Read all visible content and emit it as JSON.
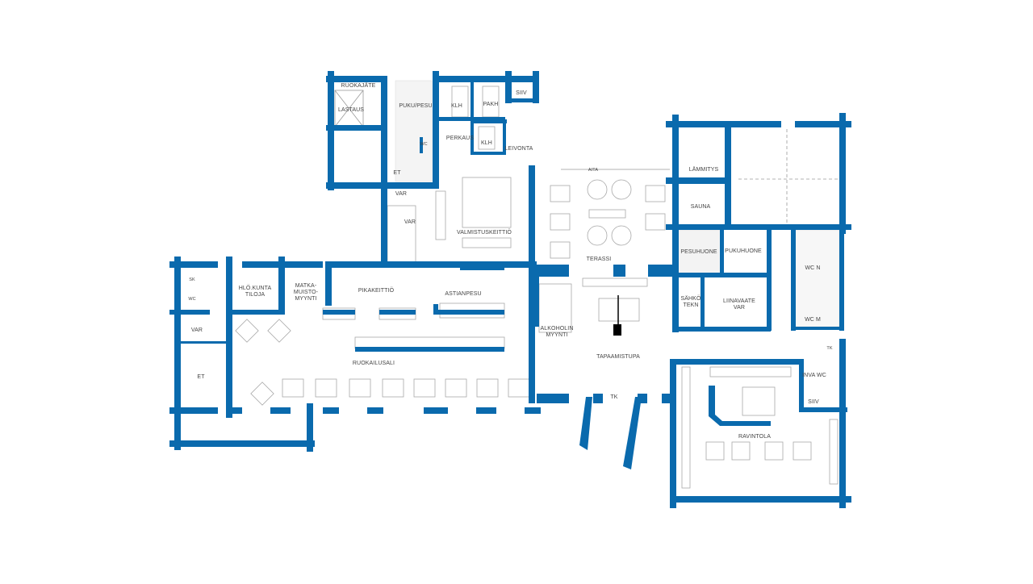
{
  "plan": {
    "wall_color": "#0a6aad",
    "rooms": {
      "ruokajate": "RUOKAJÄTE",
      "lastaus": "LASTAUS",
      "puku_pesu": "PUKU/PESU",
      "wc_kitchen": "WC",
      "klh_1": "KLH",
      "pakh": "PAKH",
      "siiv_1": "SIIV",
      "perkaus": "PERKAUS",
      "klh_2": "KLH",
      "leivonta": "LEIVONTA",
      "et_1": "ET",
      "var_1": "VAR",
      "var_2": "VAR",
      "valmistuskeittio": "VALMISTUSKEITTIÖ",
      "aita": "AITA",
      "terassi": "TERASSI",
      "sk": "SK",
      "wc_left": "WC",
      "hlokunta_1": "HLÖ.KUNTA",
      "hlokunta_2": "TILOJA",
      "matka_1": "MATKA-",
      "matka_2": "MUISTO-",
      "matka_3": "MYYNTI",
      "pikakeittio": "PIKAKEITTIÖ",
      "astianpesu": "ASTIANPESU",
      "var_3": "VAR",
      "et_2": "ET",
      "ruokailusali": "RUOKAILUSALI",
      "alkoholin_1": "ALKOHOLIN",
      "alkoholin_2": "MYYNTI",
      "tapaamistupa": "TAPAAMISTUPA",
      "tk_1": "TK",
      "lammitys": "LÄMMITYS",
      "sauna": "SAUNA",
      "pesuhuone": "PESUHUONE",
      "pukuhuone": "PUKUHUONE",
      "sahko_1": "SÄHKÖ",
      "sahko_2": "TEKN",
      "liinavaate_1": "LIINAVAATE",
      "liinavaate_2": "VAR",
      "wc_n": "WC N",
      "wc_m": "WC M",
      "tk_2": "TK",
      "inva_wc": "INVA WC",
      "siiv_2": "SIIV",
      "ravintola": "RAVINTOLA"
    }
  }
}
